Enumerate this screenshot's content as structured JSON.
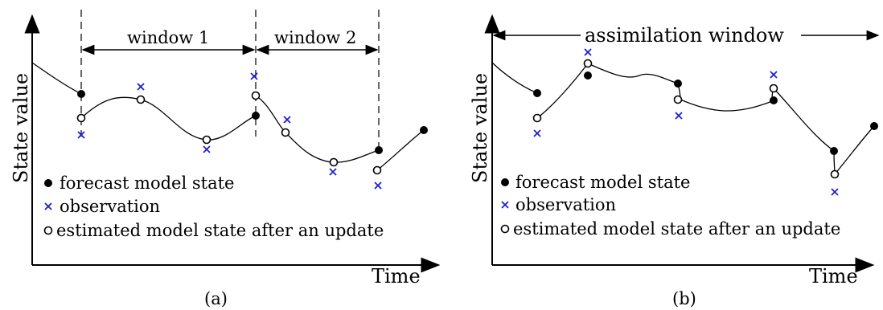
{
  "panel_a": {
    "y_label": "State value",
    "x_label": "Time",
    "window1_label": "window 1",
    "window2_label": "window 2",
    "legend": {
      "forecast": "forecast model state",
      "observation": "observation",
      "estimated": "estimated model state after an update"
    },
    "caption": "(a)"
  },
  "panel_b": {
    "y_label": "State value",
    "x_label": "Time",
    "window_label": "assimilation window",
    "legend": {
      "forecast": "forecast model state",
      "observation": "observation",
      "estimated": "estimated model state after an update"
    },
    "caption": "(b)"
  },
  "colors": {
    "observation": "#1f1fd0",
    "points": "#000000"
  }
}
